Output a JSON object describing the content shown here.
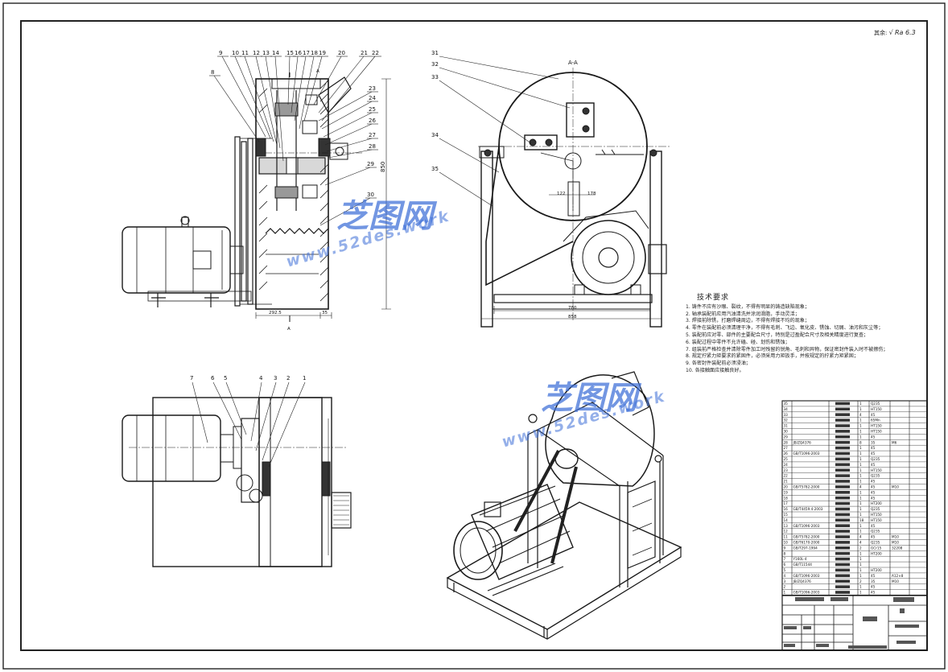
{
  "drawing": {
    "section_label": "A-A",
    "section_marker": "A",
    "roughness_prefix": "其余:",
    "roughness_value": "Ra 6.3",
    "leader_labels_side": [
      "9",
      "10",
      "11",
      "12",
      "13",
      "14",
      "15",
      "16",
      "17",
      "18",
      "19",
      "20",
      "21",
      "22",
      "23",
      "24",
      "25",
      "26",
      "27",
      "28",
      "29",
      "30",
      "8"
    ],
    "leader_labels_front": [
      "31",
      "32",
      "33",
      "34",
      "35"
    ],
    "leader_labels_top": [
      "7",
      "6",
      "5",
      "4",
      "3",
      "2",
      "1"
    ],
    "dims": {
      "side_bottom_a": "292.5",
      "side_bottom_b": "35",
      "side_height": "850",
      "front_w1": "780",
      "front_w2": "858",
      "front_off_l": "122",
      "front_off_r": "178"
    }
  },
  "tech_requirements": {
    "title": "技术要求",
    "items": [
      "1. 铸件不应有沙眼、裂纹，不得有明显的铸造缺陷现象；",
      "2. 轴承装配前应用汽油清洗并涂润滑脂，手动灵活；",
      "3. 焊接前除锈，打磨焊缝周边，不得有焊接不均的现象；",
      "4. 零件在装配前必须清理干净，不得有毛刺、飞边、氧化皮、锈蚀、切屑、油污和灰尘等；",
      "5. 装配前应对零、部件的主要配合尺寸，特别是过盈配合尺寸及相关精度进行复查；",
      "6. 装配过程中零件不允许磕、碰、划伤和锈蚀；",
      "7. 组装前严格检查并清除零件加工时残留的锐角、毛刺和异物，保证密封件装入时不被擦伤；",
      "8. 规定拧紧力矩要求的紧固件，必须采用力矩扳手，并按规定的拧紧力矩紧固；",
      "9. 各密封件装配前必须浸油；",
      "10. 各接触面应接触良好。"
    ]
  },
  "watermark": {
    "brand": "芝图网",
    "url": "www.52des.work"
  },
  "bom": {
    "rows": [
      [
        "35",
        "",
        "1",
        "Q235",
        ""
      ],
      [
        "34",
        "",
        "1",
        "HT150",
        ""
      ],
      [
        "33",
        "",
        "4",
        "45",
        ""
      ],
      [
        "32",
        "",
        "1",
        "65Mn",
        ""
      ],
      [
        "31",
        "",
        "1",
        "HT150",
        ""
      ],
      [
        "30",
        "",
        "1",
        "HT150",
        ""
      ],
      [
        "29",
        "",
        "1",
        "45",
        ""
      ],
      [
        "28",
        "JB/ZQ4376",
        "8",
        "35",
        "M6"
      ],
      [
        "27",
        "",
        "1",
        "45",
        ""
      ],
      [
        "26",
        "GB/T1096-2003",
        "1",
        "45",
        ""
      ],
      [
        "25",
        "",
        "1",
        "Q235",
        ""
      ],
      [
        "24",
        "",
        "1",
        "45",
        ""
      ],
      [
        "23",
        "",
        "1",
        "HT150",
        ""
      ],
      [
        "22",
        "",
        "1",
        "Q235",
        ""
      ],
      [
        "21",
        "",
        "1",
        "45",
        ""
      ],
      [
        "20",
        "GB/T5782-2000",
        "4",
        "45",
        "M10"
      ],
      [
        "19",
        "",
        "1",
        "45",
        ""
      ],
      [
        "18",
        "",
        "1",
        "45",
        ""
      ],
      [
        "17",
        "",
        "1",
        "HT200",
        ""
      ],
      [
        "16",
        "GB/T4459.4-2003",
        "1",
        "Q235",
        ""
      ],
      [
        "15",
        "",
        "1",
        "HT150",
        ""
      ],
      [
        "14",
        "",
        "18",
        "HT150",
        ""
      ],
      [
        "13",
        "GB/T1096-2003",
        "1",
        "45",
        ""
      ],
      [
        "12",
        "",
        "1",
        "Q235",
        ""
      ],
      [
        "11",
        "GB/T5782-2000",
        "4",
        "45",
        "M10"
      ],
      [
        "10",
        "GB/T6170-2000",
        "4",
        "Q235",
        "M10"
      ],
      [
        "9",
        "GB/T297-1994",
        "2",
        "GCr15",
        "32208"
      ],
      [
        "8",
        "",
        "1",
        "HT200",
        ""
      ],
      [
        "7",
        "Y160L-4",
        "1",
        "",
        ""
      ],
      [
        "6",
        "GB/T11544",
        "1",
        "",
        ""
      ],
      [
        "5",
        "",
        "1",
        "HT200",
        ""
      ],
      [
        "4",
        "GB/T1096-2003",
        "1",
        "45",
        "A12×8"
      ],
      [
        "3",
        "JB/ZQ4376",
        "2",
        "35",
        "M10"
      ],
      [
        "2",
        "",
        "1",
        "45",
        ""
      ],
      [
        "1",
        "GB/T1096-2003",
        "1",
        "45",
        ""
      ]
    ]
  }
}
